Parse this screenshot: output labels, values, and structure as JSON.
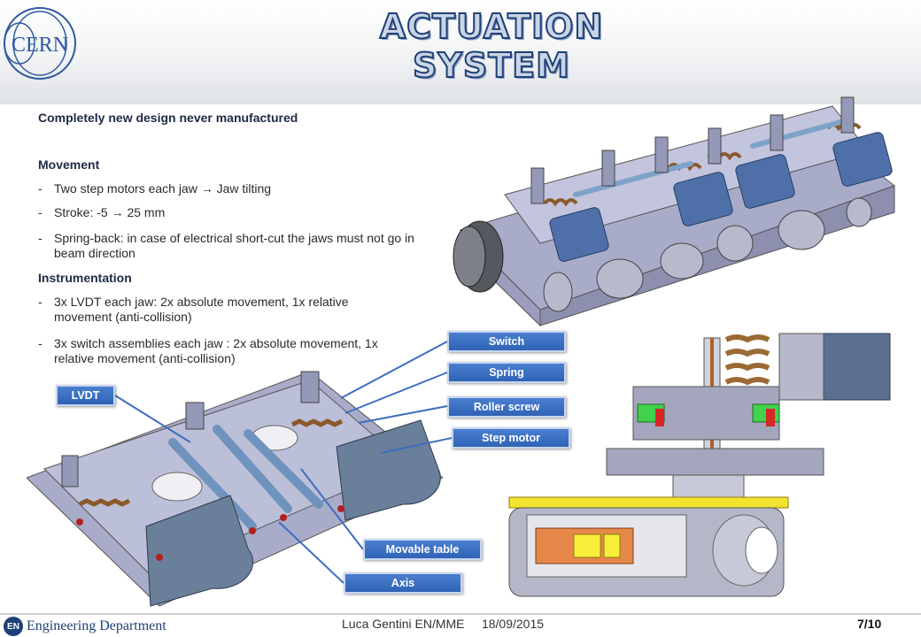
{
  "header": {
    "title": "ACTUATION SYSTEM",
    "logo_text": "CERN"
  },
  "intro": "Completely new design never manufactured",
  "movement": {
    "heading": "Movement",
    "items": [
      {
        "dash": "-",
        "text": "Two step motors each jaw → Jaw tilting"
      },
      {
        "dash": "-",
        "text": "Stroke: -5 → 25 mm"
      },
      {
        "dash": "-",
        "text": "Spring-back: in case of electrical short-cut the jaws must not go in beam direction"
      }
    ]
  },
  "instrumentation": {
    "heading": "Instrumentation",
    "items": [
      {
        "dash": "-",
        "text": "3x LVDT each jaw: 2x absolute movement, 1x relative movement (anti-collision)"
      },
      {
        "dash": "-",
        "text": "3x switch assemblies each jaw : 2x absolute movement, 1x relative movement (anti-collision)"
      }
    ]
  },
  "labels": {
    "lvdt": "LVDT",
    "switch": "Switch",
    "spring": "Spring",
    "roller_screw": "Roller screw",
    "step_motor": "Step motor",
    "movable_table": "Movable table",
    "axis": "Axis"
  },
  "footer": {
    "dept_badge": "EN",
    "dept_name": "Engineering Department",
    "author_date": "Luca Gentini EN/MME     18/09/2015",
    "page": "7/10"
  },
  "colors": {
    "accent": "#2f63b5",
    "title_stroke": "#1f3f78",
    "cad_gray": "#a9acc8",
    "cad_blue": "#4f6fa8",
    "motor_gray": "#6a7f9a"
  }
}
